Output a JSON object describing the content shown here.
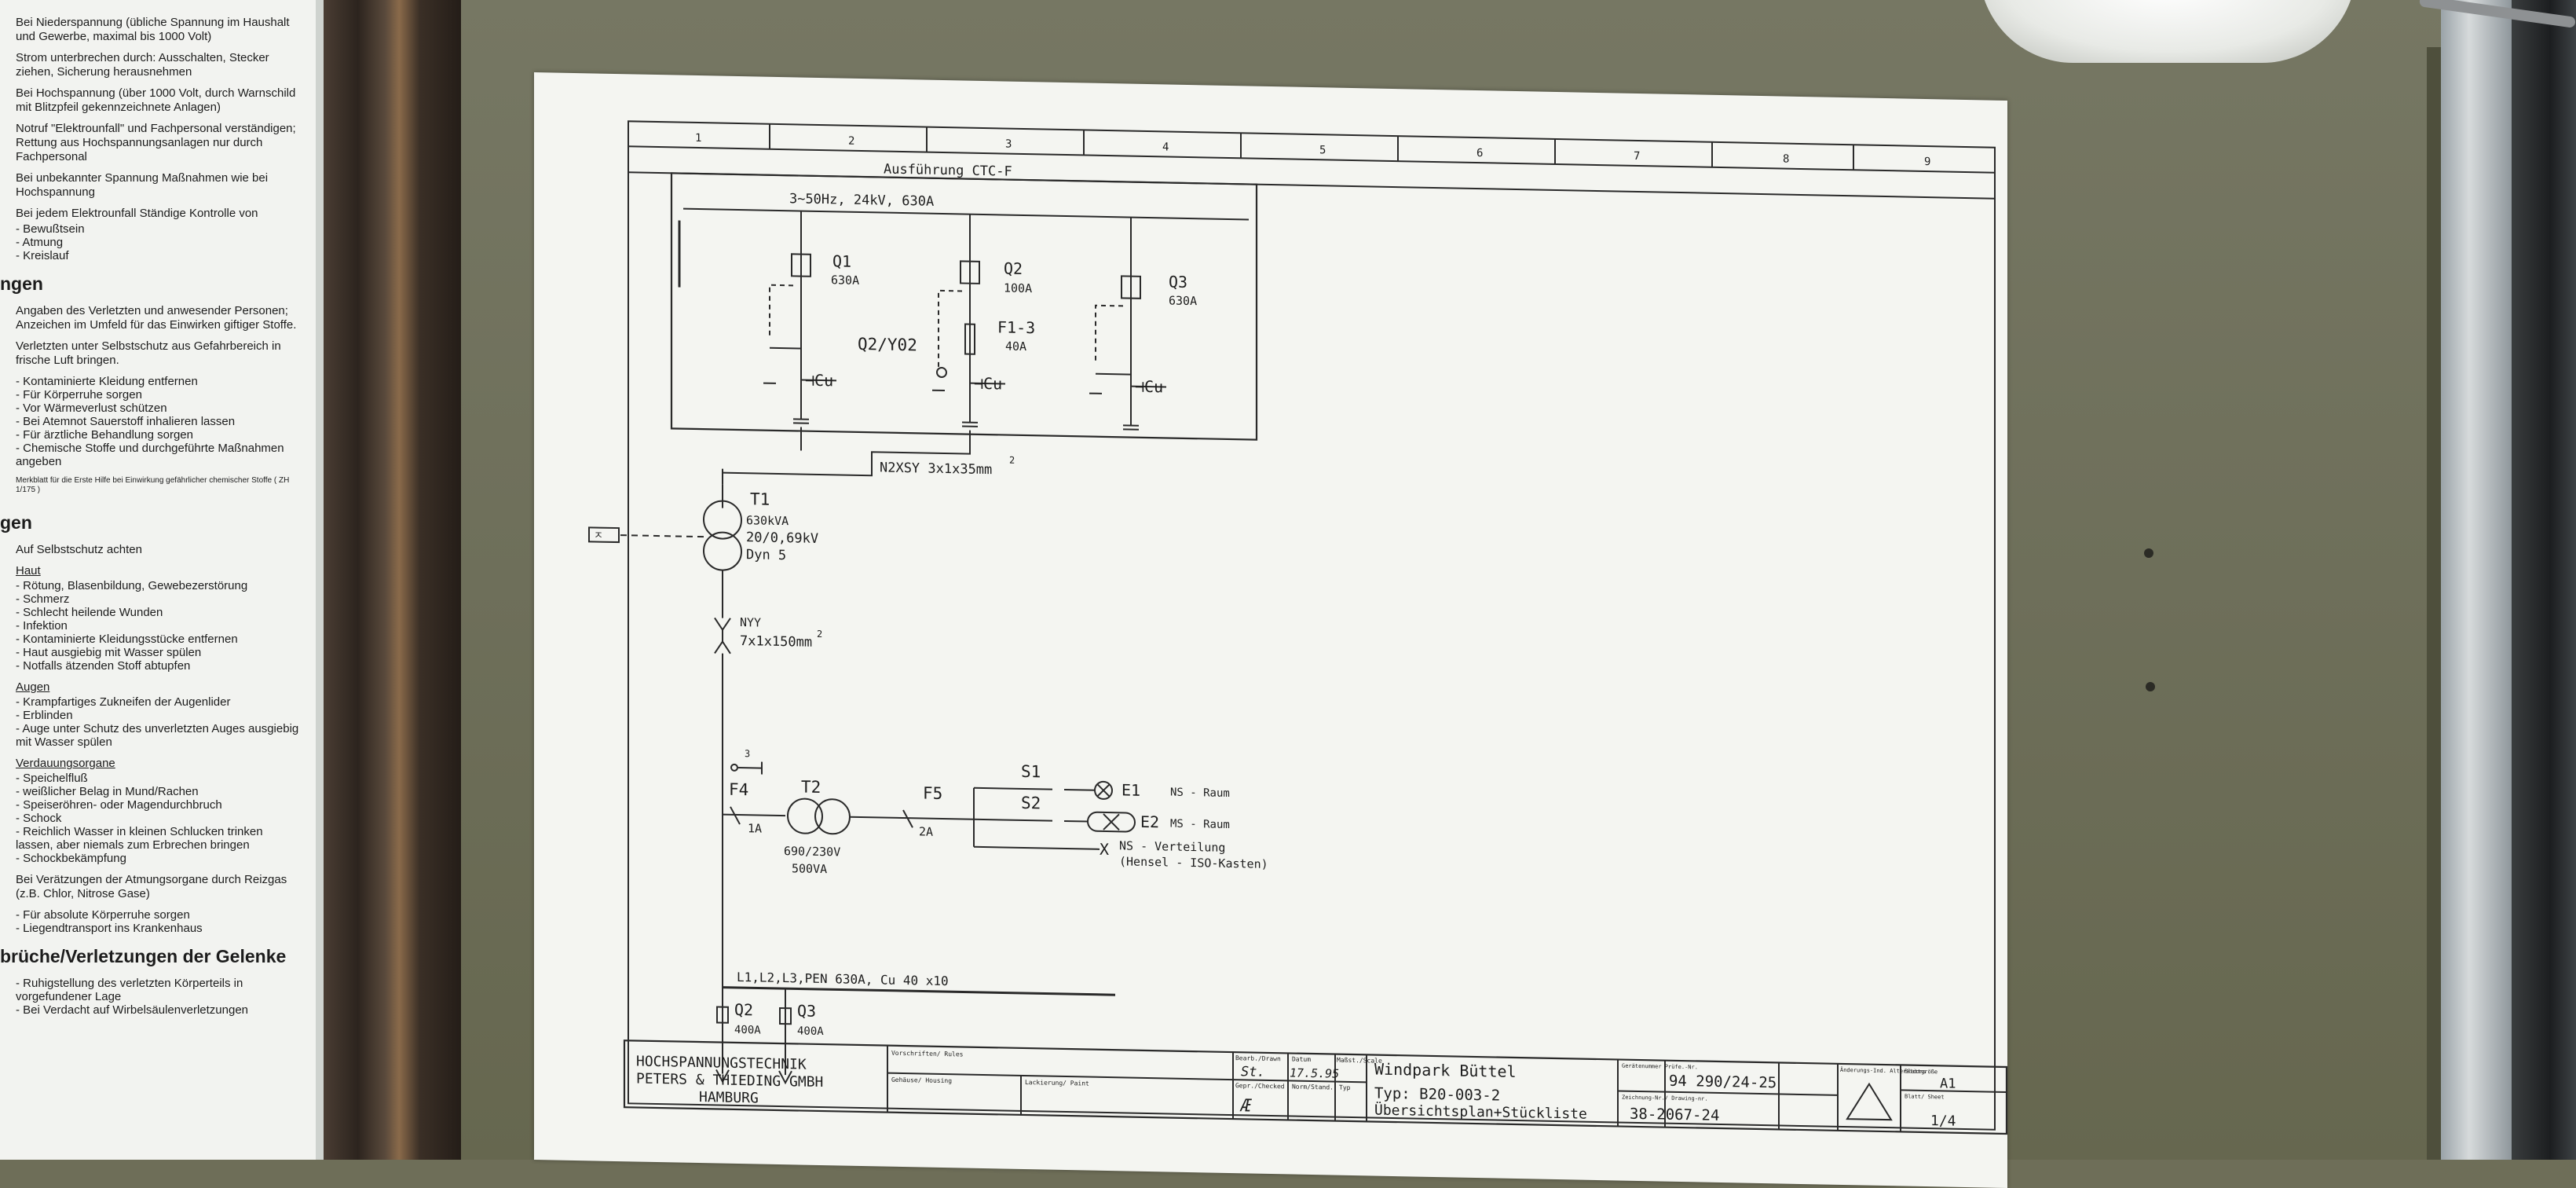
{
  "poster": {
    "paragraphs_top": [
      "Bei Niederspannung (übliche Spannung im Haushalt und Gewerbe, maximal bis 1000 Volt)",
      "Strom unterbrechen durch: Ausschalten, Stecker ziehen, Sicherung herausnehmen",
      "Bei Hochspannung (über 1000 Volt, durch Warnschild mit Blitzpfeil gekennzeichnete Anlagen)",
      "Notruf \"Elektrounfall\" und Fachpersonal verständigen; Rettung aus Hochspannungsanlagen nur durch Fachpersonal",
      "Bei unbekannter Spannung Maßnahmen wie bei Hochspannung"
    ],
    "monitor_intro": "Bei jedem Elektrounfall Ständige Kontrolle von",
    "monitor_items": [
      "Bewußtsein",
      "Atmung",
      "Kreislauf"
    ],
    "heading1": "ngen",
    "para_gas": "Angaben des Verletzten und anwesender Personen; Anzeichen im Umfeld für das Einwirken giftiger Stoffe.",
    "para_rescue": "Verletzten unter Selbstschutz aus Gefahrbereich in frische Luft bringen.",
    "gas_items": [
      "Kontaminierte Kleidung entfernen",
      "Für Körperruhe sorgen",
      "Vor Wärmeverlust schützen",
      "Bei Atemnot Sauerstoff inhalieren lassen",
      "Für ärztliche Behandlung sorgen",
      "Chemische Stoffe und durchgeführte Maßnahmen angeben"
    ],
    "note_small": "Merkblatt für die Erste Hilfe bei Einwirkung gefährlicher chemischer Stoffe ( ZH 1/175 )",
    "heading2": "gen",
    "para_self": "Auf Selbstschutz achten",
    "sub_haut": "Haut",
    "haut_items": [
      "Rötung, Blasenbildung, Gewebezerstörung",
      "Schmerz",
      "Schlecht heilende Wunden",
      "Infektion",
      "Kontaminierte Kleidungsstücke entfernen",
      "Haut ausgiebig mit Wasser spülen",
      "Notfalls ätzenden Stoff abtupfen"
    ],
    "sub_augen": "Augen",
    "augen_items": [
      "Krampfartiges Zukneifen der Augenlider",
      "Erblinden",
      "Auge unter Schutz des unverletzten Auges ausgiebig mit Wasser spülen"
    ],
    "sub_verdauung": "Verdauungsorgane",
    "verdauung_items": [
      "Speichelfluß",
      "weißlicher Belag in Mund/Rachen",
      "Speiseröhren- oder Magendurchbruch",
      "Schock",
      "Reichlich Wasser in kleinen Schlucken trinken lassen, aber niemals zum Erbrechen bringen",
      "Schockbekämpfung"
    ],
    "para_atmung": "Bei Verätzungen der Atmungsorgane durch Reizgas (z.B. Chlor, Nitrose Gase)",
    "atmung_items": [
      "Für absolute Körperruhe sorgen",
      "Liegendtransport ins Krankenhaus"
    ],
    "heading3": "brüche/Verletzungen der Gelenke",
    "gelenke_items": [
      "Ruhigstellung des verletzten Körperteils in vorgefundener Lage",
      "Bei Verdacht auf Wirbelsäulenverletzungen"
    ]
  },
  "drawing": {
    "columns": [
      "1",
      "2",
      "3",
      "4",
      "5",
      "6",
      "7",
      "8",
      "9"
    ],
    "variant_label": "Ausführung CTC-F",
    "supply_label": "3~50Hz, 24kV, 630A",
    "switches": [
      {
        "name": "Q1",
        "rating": "630A"
      },
      {
        "name": "Q2",
        "rating": "100A"
      },
      {
        "name": "Q3",
        "rating": "630A"
      }
    ],
    "q2_coil": "Q2/Y02",
    "fuse_label": "F1-3",
    "fuse_rating": "40A",
    "cable_mv": "N2XSY 3x1x35mm",
    "cable_mv_exp": "2",
    "transformer": {
      "name": "T1",
      "power": "630kVA",
      "voltage": "20/0,69kV",
      "vector": "Dyn 5"
    },
    "lv_cable": "NYY",
    "lv_cable_spec": "7x1x150mm",
    "lv_cable_exp": "2",
    "earth_num": "3",
    "f4": {
      "name": "F4",
      "rating": "1A"
    },
    "t2": {
      "name": "T2",
      "voltage": "690/230V",
      "power": "500VA"
    },
    "f5": {
      "name": "F5",
      "rating": "2A"
    },
    "s1": "S1",
    "s2": "S2",
    "e1": {
      "name": "E1",
      "desc": "NS - Raum"
    },
    "e2": {
      "name": "E2",
      "desc": "MS - Raum"
    },
    "ns_dist": "NS - Verteilung",
    "ns_dist_sub": "(Hensel - ISO-Kasten)",
    "busbar": "L1,L2,L3,PEN 630A, Cu 40 x10",
    "out_q2": {
      "name": "Q2",
      "rating": "400A"
    },
    "out_q3": {
      "name": "Q3",
      "rating": "400A"
    }
  },
  "titleblock": {
    "company_line1": "HOCHSPANNUNGSTECHNIK",
    "company_line2": "PETERS & THIEDING GMBH",
    "company_line3": "HAMBURG",
    "label_vorschriften": "Vorschriften/ Rules",
    "label_gehaeuse": "Gehäuse/ Housing",
    "label_lackierung": "Lackierung/ Paint",
    "label_bearb": "Bearb./Drawn",
    "label_datum": "Datum",
    "label_massstab": "Maßst./Scale",
    "label_gepr": "Gepr./Checked",
    "label_norm": "Norm/Stand.",
    "label_typ_small": "Typ",
    "bearb_value": "St.",
    "datum_value": "17.5.95",
    "project": "Windpark Büttel",
    "typ": "Typ:  B20-003-2",
    "desc": "Übersichtsplan+Stückliste",
    "label_geraete": "Gerätenummer Prüfe.-Nr.",
    "geraete_nr": "94 290/24-25",
    "label_zeichnung": "Zeichnung-Nr./ Drawing-nr.",
    "drawing_nr": "38-2067-24",
    "label_aenderung": "Änderungs-Ind. Alterations",
    "label_blattgr": "Blattgröße",
    "sheet_size": "A1",
    "label_blatt": "Blatt/ Sheet",
    "sheet": "1/4"
  }
}
